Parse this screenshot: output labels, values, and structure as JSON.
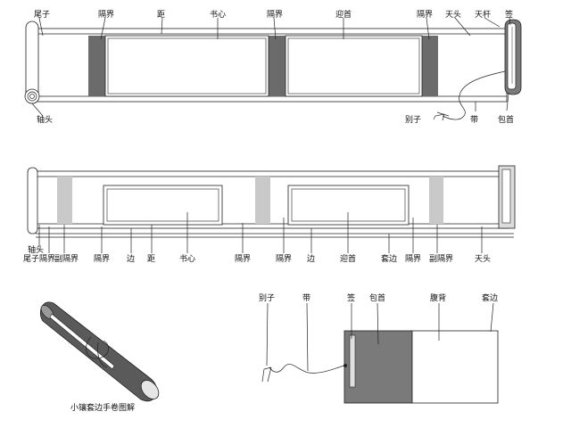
{
  "scroll1": {
    "labels": {
      "weizi": "尾子",
      "gejie_left": "隔界",
      "ju": "距",
      "shuxin": "书心",
      "gejie_mid": "隔界",
      "yingshou": "迎首",
      "gejie_right": "隔界",
      "tiantou": "天头",
      "tiangan": "天杆",
      "qian": "签",
      "zhoutou": "轴头",
      "biezi": "别子",
      "dai": "带",
      "baoshou": "包首"
    }
  },
  "scroll2": {
    "labels": {
      "zhoutou": "轴头",
      "weizi_gejie": "尾子隔界",
      "fu_gejie_left": "副隔界",
      "gejie_1": "隔界",
      "bian_1": "边",
      "ju": "距",
      "shuxin": "书心",
      "gejie_2": "隔界",
      "gejie_3": "隔界",
      "bian_2": "边",
      "yingshou": "迎首",
      "taobian": "套边",
      "gejie_4": "隔界",
      "fu_gejie_right": "副隔界",
      "tiantou": "天头"
    }
  },
  "rolled": {
    "caption": "小镶套边手卷图解"
  },
  "cover": {
    "labels": {
      "biezi": "别子",
      "dai": "带",
      "qian": "签",
      "baoshou": "包首",
      "fubei": "腹背",
      "taobian": "套边"
    }
  },
  "colors": {
    "dark_gejie": "#6b6b6b",
    "light_gejie": "#c9c9c9",
    "baoshou": "#7a7a7a",
    "roll_body": "#5a5a5a",
    "line": "#222222"
  }
}
